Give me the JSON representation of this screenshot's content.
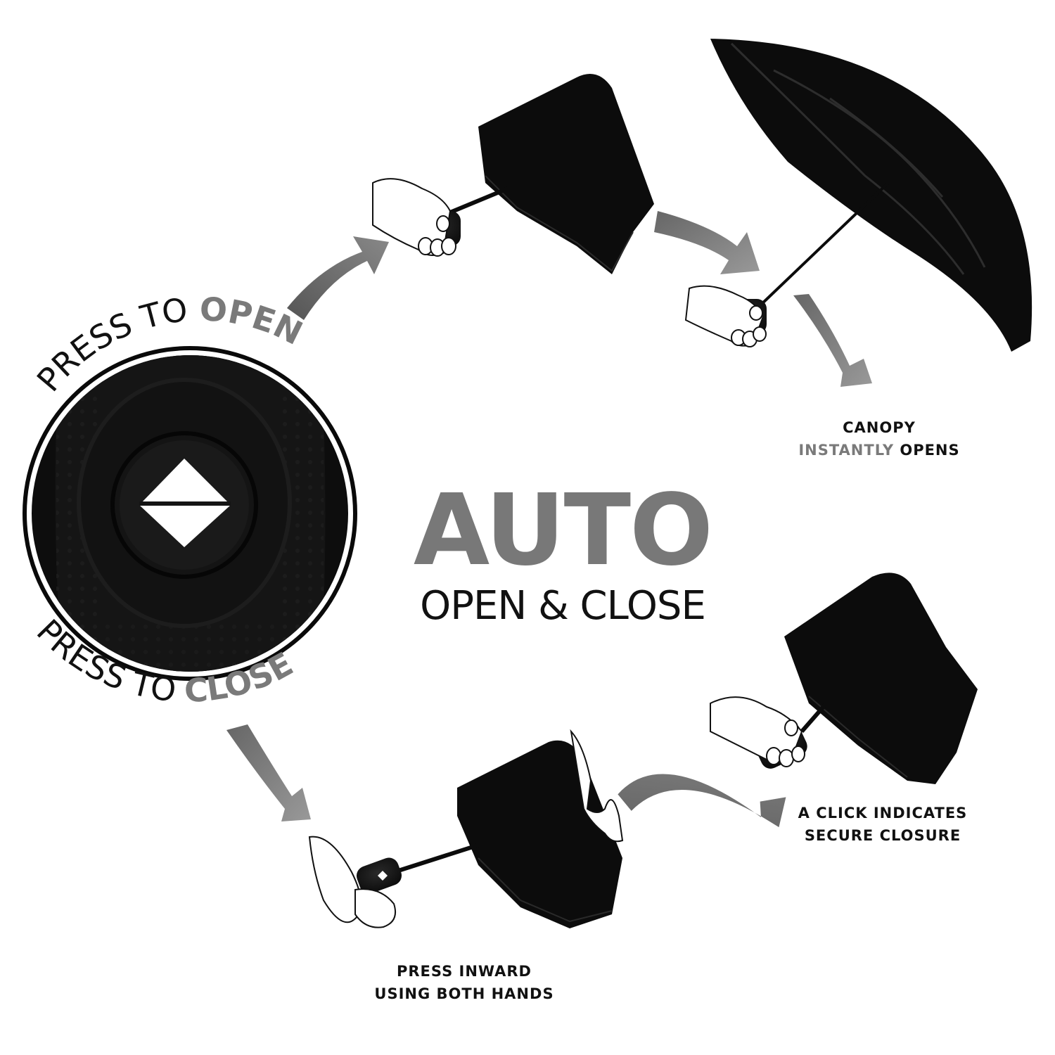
{
  "headline": {
    "main": "AUTO",
    "sub": "OPEN & CLOSE"
  },
  "badge": {
    "top_prefix": "PRESS TO ",
    "top_emphasis": "OPEN",
    "bottom_prefix": "PRESS TO ",
    "bottom_emphasis": "CLOSE"
  },
  "captions": {
    "canopy": {
      "line1": "CANOPY",
      "line2_emphasis": "INSTANTLY",
      "line2_rest": " OPENS"
    },
    "press": {
      "line1": "PRESS INWARD",
      "line2": "USING BOTH HANDS"
    },
    "click": {
      "line1": "A CLICK INDICATES",
      "line2": "SECURE CLOSURE"
    }
  },
  "colors": {
    "accent_gray": "#7a7a7a",
    "text_dark": "#111111",
    "umbrella_black": "#0c0c0c",
    "arrow_gray": "#707070"
  }
}
